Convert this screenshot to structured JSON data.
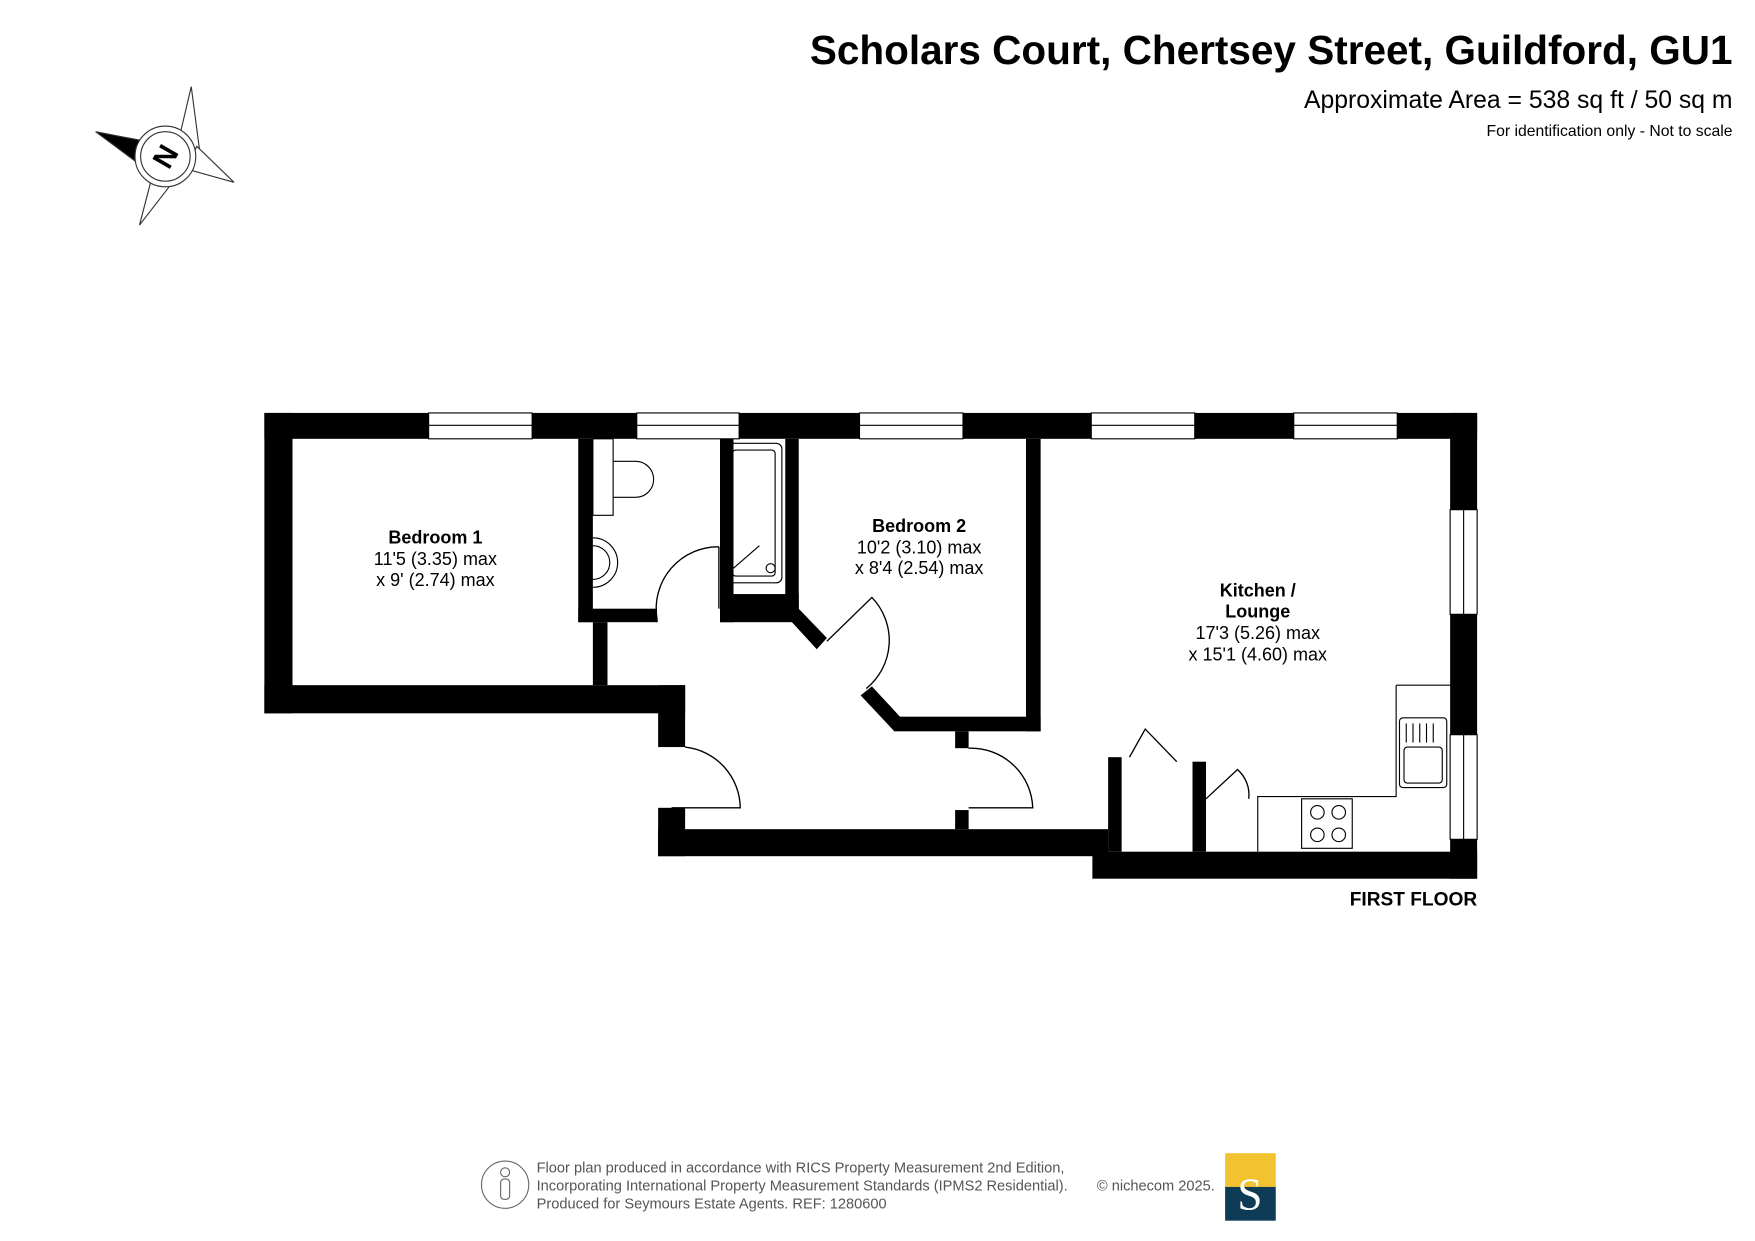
{
  "header": {
    "title": "Scholars Court, Chertsey Street, Guildford, GU1",
    "area": "Approximate Area = 538 sq ft / 50 sq m",
    "note": "For identification only - Not to scale"
  },
  "compass": {
    "label": "N",
    "icon": "compass-icon"
  },
  "rooms": {
    "bedroom1": {
      "name": "Bedroom 1",
      "dim1": "11'5 (3.35) max",
      "dim2": "x 9' (2.74) max"
    },
    "bedroom2": {
      "name": "Bedroom 2",
      "dim1": "10'2 (3.10) max",
      "dim2": "x 8'4 (2.54) max"
    },
    "kitchen": {
      "name1": "Kitchen /",
      "name2": "Lounge",
      "dim1": "17'3 (5.26) max",
      "dim2": "x 15'1 (4.60) max"
    }
  },
  "floor_label": "FIRST FLOOR",
  "footer": {
    "line1": "Floor plan produced in accordance with RICS Property Measurement 2nd Edition,",
    "line2": "Incorporating International Property Measurement Standards (IPMS2 Residential).",
    "line3": "Produced for Seymours Estate Agents.   REF: 1280600",
    "copyright": "© nichecom 2025.",
    "logo_letter": "S"
  },
  "colors": {
    "wall": "#000000",
    "logo_top": "#f2c230",
    "logo_bottom": "#0e3b55",
    "footer_text": "#555555"
  }
}
